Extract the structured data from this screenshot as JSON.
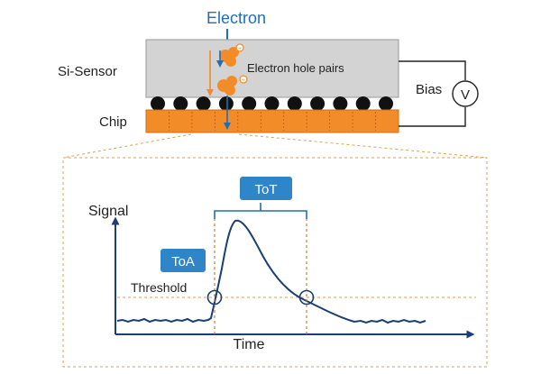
{
  "labels": {
    "electron": "Electron",
    "sensor": "Si-Sensor",
    "chip": "Chip",
    "electron_hole_pairs": "Electron hole pairs",
    "bias": "Bias",
    "voltmeter": "V",
    "plus_sign": "+",
    "signal_axis": "Signal",
    "time_axis": "Time",
    "threshold": "Threshold",
    "toa": "ToA",
    "tot": "ToT"
  },
  "colors": {
    "blue": "#1f6fb5",
    "navy": "#1b3f72",
    "orange": "#f28c28",
    "sensor_gray": "#d3d3d3",
    "bump_black": "#111111",
    "box_border": "#d9a25a",
    "label_box": "#2e86c8"
  },
  "icons": {
    "voltmeter": "voltmeter-icon",
    "electron_hole_pair": "electron-hole-pair-icon",
    "bump_bond": "bump-bond-icon"
  }
}
